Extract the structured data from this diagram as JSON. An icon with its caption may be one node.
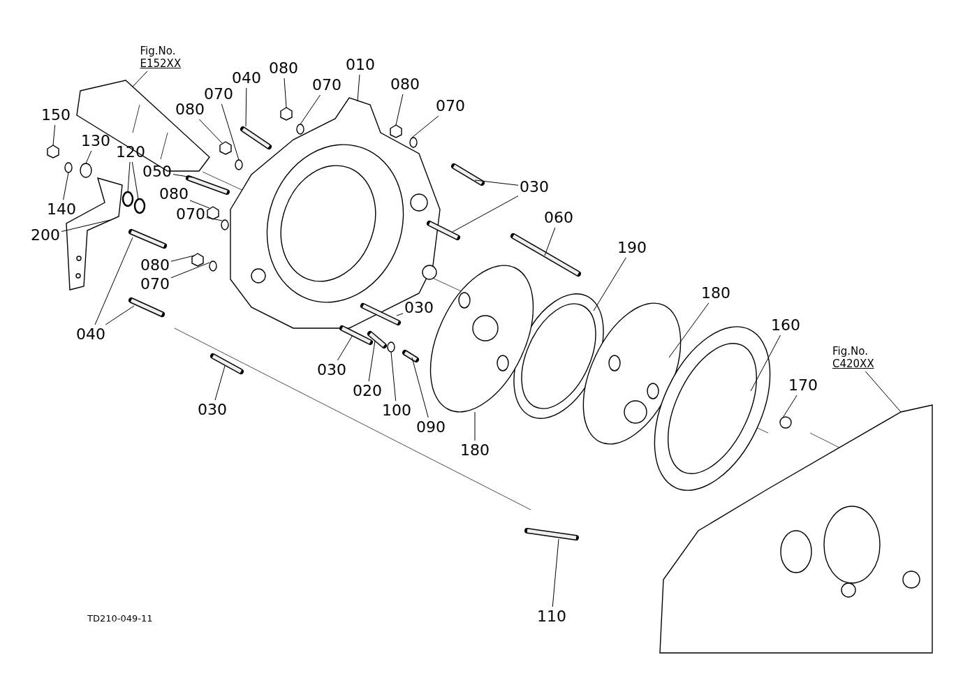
{
  "diagram": {
    "nodes": [
      {
        "text": [
          "Fig.No.",
          "E152XX"
        ]
      },
      {
        "text": [
          "080"
        ]
      },
      {
        "text": [
          "010"
        ]
      },
      {
        "text": [
          "040"
        ]
      },
      {
        "text": [
          "070"
        ]
      },
      {
        "text": [
          "080"
        ]
      },
      {
        "text": [
          "070"
        ]
      },
      {
        "text": [
          "070"
        ]
      },
      {
        "text": [
          "080"
        ]
      },
      {
        "text": [
          "150"
        ]
      },
      {
        "text": [
          "130"
        ]
      },
      {
        "text": [
          "120"
        ]
      },
      {
        "text": [
          "050"
        ]
      },
      {
        "text": [
          "030"
        ]
      },
      {
        "text": [
          "080"
        ]
      },
      {
        "text": [
          "140"
        ]
      },
      {
        "text": [
          "070"
        ]
      },
      {
        "text": [
          "060"
        ]
      },
      {
        "text": [
          "200"
        ]
      },
      {
        "text": [
          "190"
        ]
      },
      {
        "text": [
          "080"
        ]
      },
      {
        "text": [
          "070"
        ]
      },
      {
        "text": [
          "180"
        ]
      },
      {
        "text": [
          "030"
        ]
      },
      {
        "text": [
          "160"
        ]
      },
      {
        "text": [
          "040"
        ]
      },
      {
        "text": [
          "Fig.No.",
          "C420XX"
        ]
      },
      {
        "text": [
          "030"
        ]
      },
      {
        "text": [
          "170"
        ]
      },
      {
        "text": [
          "020"
        ]
      },
      {
        "text": [
          "030"
        ]
      },
      {
        "text": [
          "100"
        ]
      },
      {
        "text": [
          "090"
        ]
      },
      {
        "text": [
          "180"
        ]
      },
      {
        "text": [
          "110"
        ]
      },
      {
        "text": [],
        "shape": "picture"
      },
      {
        "text": [],
        "shape": "hexagon"
      },
      {
        "text": [],
        "shape": "picture"
      },
      {
        "text": [],
        "shape": "bar"
      },
      {
        "text": [],
        "shape": "ellipse"
      },
      {
        "text": [],
        "shape": "hexagon"
      },
      {
        "text": [],
        "shape": "ellipse"
      },
      {
        "text": [],
        "shape": "ellipse"
      },
      {
        "text": [],
        "shape": "hexagon"
      },
      {
        "text": [],
        "shape": "hexagon"
      },
      {
        "text": [],
        "shape": "ellipse"
      },
      {
        "text": [],
        "shape": "ring"
      },
      {
        "text": [],
        "shape": "ring"
      },
      {
        "text": [],
        "shape": "bar"
      },
      {
        "text": [],
        "shape": "bar"
      },
      {
        "text": [],
        "shape": "bar"
      },
      {
        "text": [],
        "shape": "hexagon"
      },
      {
        "text": [],
        "shape": "ellipse"
      },
      {
        "text": [],
        "shape": "ellipse"
      },
      {
        "text": [],
        "shape": "bar"
      },
      {
        "text": [],
        "shape": "picture"
      },
      {
        "text": [],
        "shape": "disc"
      },
      {
        "text": [],
        "shape": "hexagon"
      },
      {
        "text": [],
        "shape": "ellipse"
      },
      {
        "text": [],
        "shape": "disc"
      },
      {
        "text": [],
        "shape": "bar"
      },
      {
        "text": [],
        "shape": "disc"
      },
      {
        "text": [],
        "shape": "bar"
      },
      {
        "text": [],
        "shape": "bar"
      },
      {
        "text": [],
        "shape": "picture"
      },
      {
        "text": [],
        "shape": "bar"
      },
      {
        "text": [],
        "shape": "circle"
      },
      {
        "text": [],
        "shape": "bar"
      },
      {
        "text": [],
        "shape": "bar"
      },
      {
        "text": [],
        "shape": "ellipse"
      },
      {
        "text": [],
        "shape": "bar"
      },
      {
        "text": [],
        "shape": "disc"
      },
      {
        "text": [],
        "shape": "bar"
      }
    ],
    "edges": [
      {
        "from": 0,
        "to": 35,
        "arrow": "none"
      },
      {
        "from": 1,
        "to": 36,
        "arrow": "none"
      },
      {
        "from": 2,
        "to": 37,
        "arrow": "none"
      },
      {
        "from": 3,
        "to": 38,
        "arrow": "none"
      },
      {
        "from": 4,
        "to": 39,
        "arrow": "none"
      },
      {
        "from": 5,
        "to": 40,
        "arrow": "none"
      },
      {
        "from": 6,
        "to": 41,
        "arrow": "none"
      },
      {
        "from": 7,
        "to": 42,
        "arrow": "none"
      },
      {
        "from": 8,
        "to": 43,
        "arrow": "none"
      },
      {
        "from": 9,
        "to": 44,
        "arrow": "none"
      },
      {
        "from": 10,
        "to": 45,
        "arrow": "none"
      },
      {
        "from": 11,
        "to": 46,
        "arrow": "none"
      },
      {
        "from": 11,
        "to": 47,
        "arrow": "none"
      },
      {
        "from": 12,
        "to": 48,
        "arrow": "none"
      },
      {
        "from": 13,
        "to": 49,
        "arrow": "none"
      },
      {
        "from": 13,
        "to": 50,
        "arrow": "none"
      },
      {
        "from": 14,
        "to": 51,
        "arrow": "none"
      },
      {
        "from": 15,
        "to": 52,
        "arrow": "none"
      },
      {
        "from": 16,
        "to": 53,
        "arrow": "none"
      },
      {
        "from": 17,
        "to": 54,
        "arrow": "none"
      },
      {
        "from": 18,
        "to": 55,
        "arrow": "none"
      },
      {
        "from": 19,
        "to": 56,
        "arrow": "none"
      },
      {
        "from": 20,
        "to": 57,
        "arrow": "none"
      },
      {
        "from": 21,
        "to": 58,
        "arrow": "none"
      },
      {
        "from": 22,
        "to": 59,
        "arrow": "none"
      },
      {
        "from": 23,
        "to": 60,
        "arrow": "none"
      },
      {
        "from": 24,
        "to": 61,
        "arrow": "none"
      },
      {
        "from": 25,
        "to": 62,
        "arrow": "none"
      },
      {
        "from": 25,
        "to": 63,
        "arrow": "none"
      },
      {
        "from": 26,
        "to": 64,
        "arrow": "none"
      },
      {
        "from": 27,
        "to": 65,
        "arrow": "none"
      },
      {
        "from": 28,
        "to": 66,
        "arrow": "none"
      },
      {
        "from": 29,
        "to": 67,
        "arrow": "none"
      },
      {
        "from": 30,
        "to": 68,
        "arrow": "none"
      },
      {
        "from": 31,
        "to": 69,
        "arrow": "none"
      },
      {
        "from": 32,
        "to": 70,
        "arrow": "none"
      },
      {
        "from": 33,
        "to": 71,
        "arrow": "none"
      },
      {
        "from": 34,
        "to": 72,
        "arrow": "none"
      }
    ],
    "labels": [
      "TD210-049-11"
    ]
  }
}
